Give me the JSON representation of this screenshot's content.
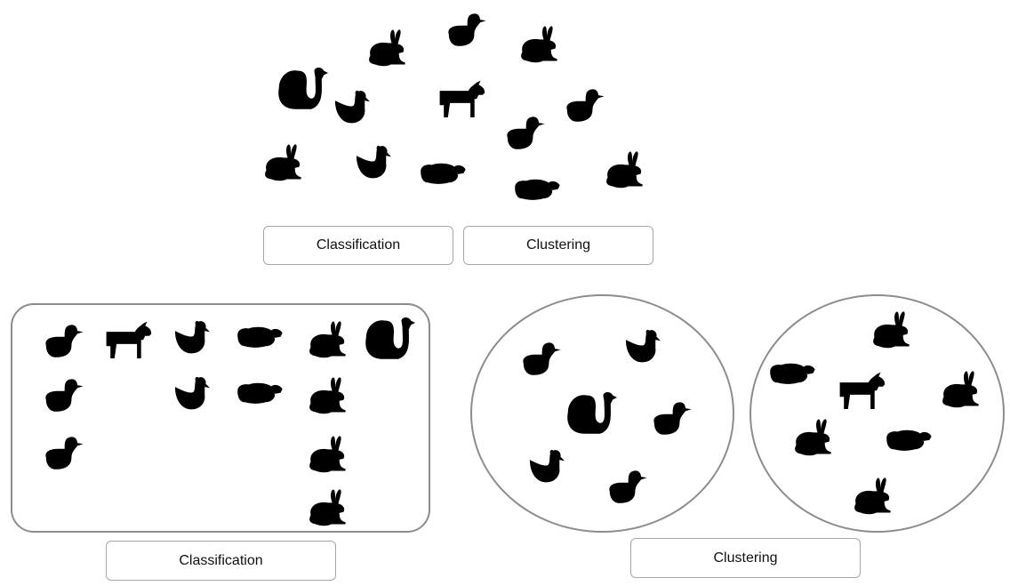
{
  "colors": {
    "border": "#8c8c8c",
    "box_border": "#a6a6a6",
    "text": "#111111",
    "icon_stroke": "#111111",
    "background": "#ffffff"
  },
  "buttons": {
    "top_classification": "Classification",
    "top_clustering": "Clustering",
    "bottom_classification": "Classification",
    "bottom_clustering": "Clustering"
  },
  "icons": [
    "duck-icon",
    "rabbit-icon",
    "turkey-icon",
    "chicken-icon",
    "goat-icon",
    "sheep-icon"
  ],
  "groups": {
    "unsorted": [
      "rabbit",
      "duck",
      "rabbit",
      "turkey",
      "chicken",
      "goat",
      "duck",
      "duck",
      "rabbit",
      "chicken",
      "sheep",
      "sheep",
      "rabbit"
    ],
    "classification_columns": [
      {
        "animal": "duck",
        "count": 3
      },
      {
        "animal": "goat",
        "count": 1
      },
      {
        "animal": "chicken",
        "count": 2
      },
      {
        "animal": "sheep",
        "count": 2
      },
      {
        "animal": "rabbit",
        "count": 4
      },
      {
        "animal": "turkey",
        "count": 1
      }
    ],
    "clusters": [
      {
        "members": [
          "duck",
          "chicken",
          "turkey",
          "duck",
          "chicken",
          "duck"
        ]
      },
      {
        "members": [
          "rabbit",
          "sheep",
          "goat",
          "rabbit",
          "rabbit",
          "sheep",
          "rabbit"
        ]
      }
    ]
  }
}
